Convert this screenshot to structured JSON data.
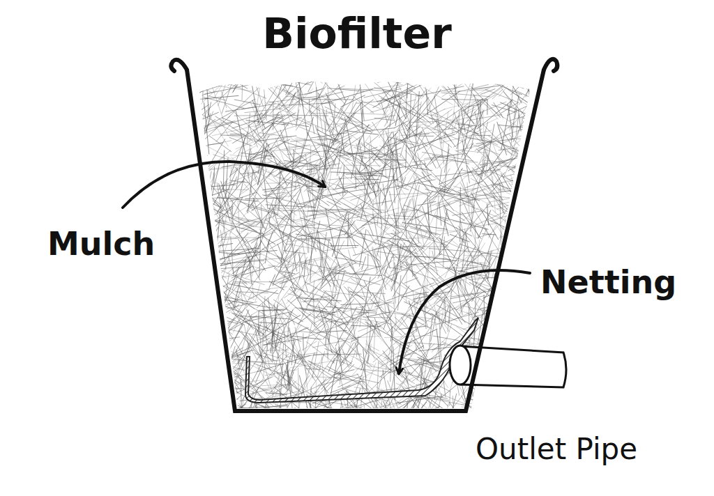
{
  "diagram": {
    "title": "Biofilter",
    "labels": [
      "Mulch",
      "Netting",
      "Outlet Pipe"
    ]
  }
}
